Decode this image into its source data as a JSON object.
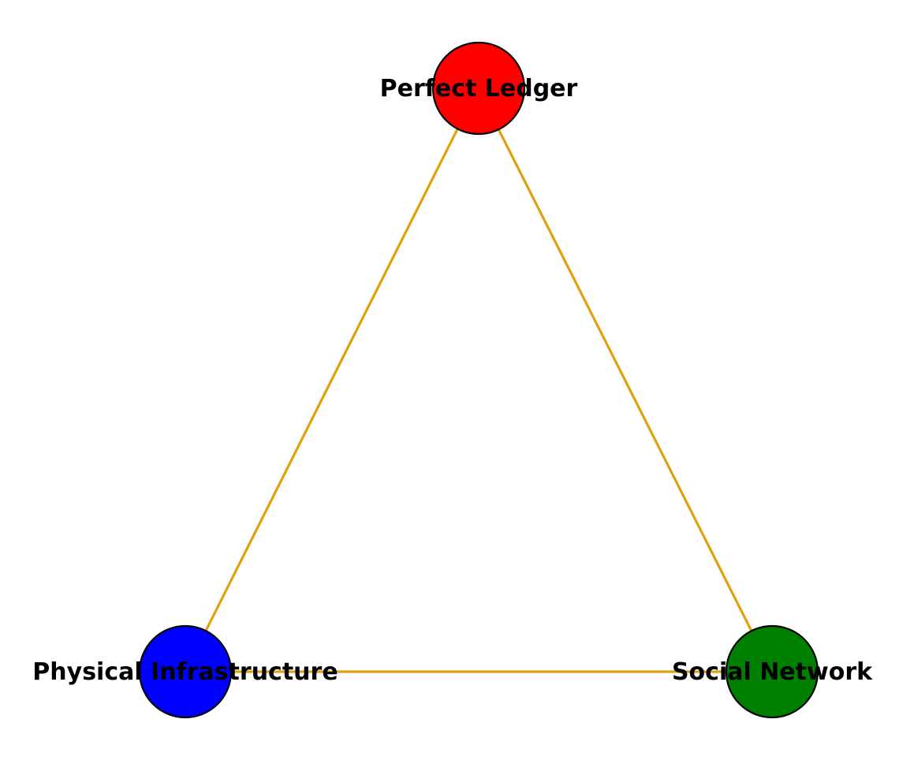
{
  "diagram": {
    "type": "network-graph",
    "edge_color": "#E0A010",
    "nodes": [
      {
        "id": "perfect-ledger",
        "label": "Perfect Ledger",
        "color": "#FF0000"
      },
      {
        "id": "physical-infrastructure",
        "label": "Physical Infrastructure",
        "color": "#0000FF"
      },
      {
        "id": "social-network",
        "label": "Social Network",
        "color": "#008000"
      }
    ],
    "edges": [
      {
        "from": "perfect-ledger",
        "to": "physical-infrastructure"
      },
      {
        "from": "perfect-ledger",
        "to": "social-network"
      },
      {
        "from": "physical-infrastructure",
        "to": "social-network"
      }
    ]
  }
}
